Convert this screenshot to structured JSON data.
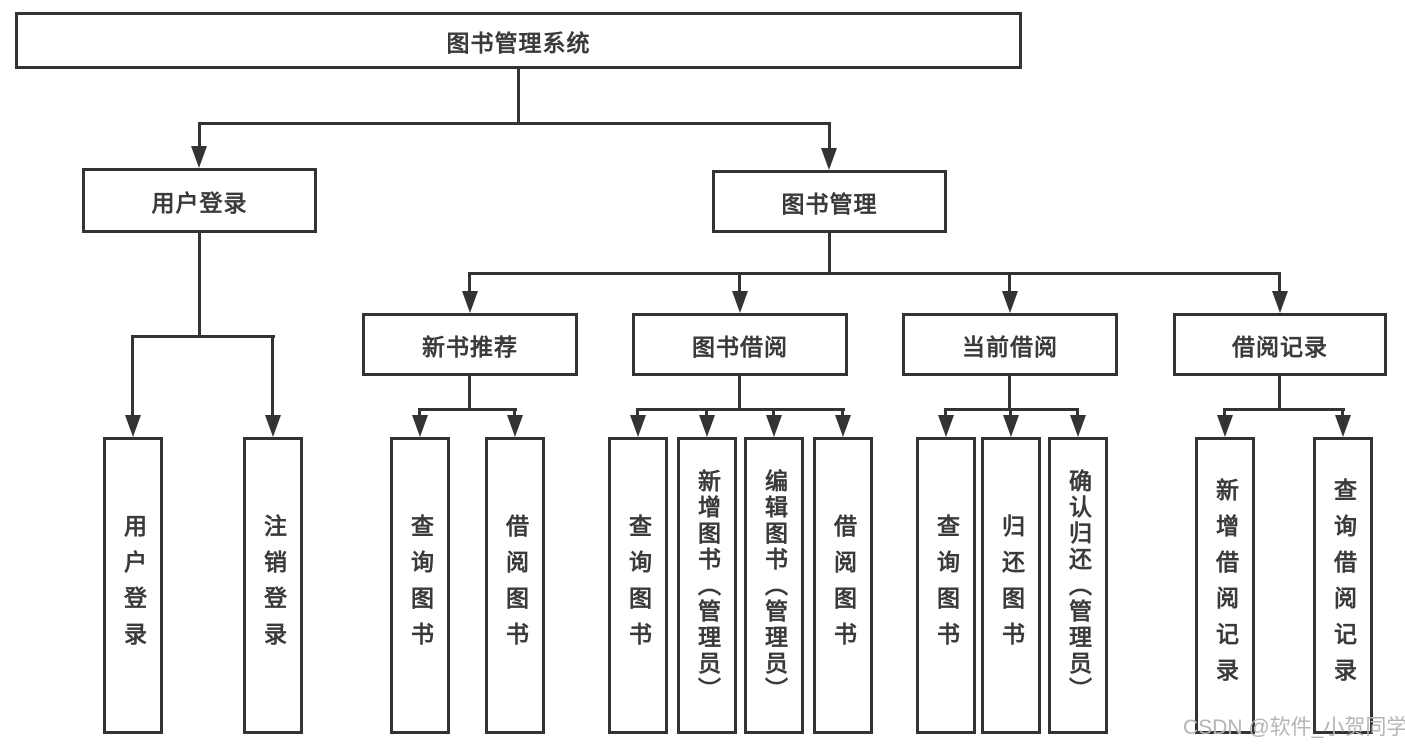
{
  "tree": {
    "root": {
      "label": "图书管理系统",
      "children": [
        {
          "label": "用户登录",
          "children": [
            {
              "label": "用户登录"
            },
            {
              "label": "注销登录"
            }
          ]
        },
        {
          "label": "图书管理",
          "children": [
            {
              "label": "新书推荐",
              "children": [
                {
                  "label": "查询图书"
                },
                {
                  "label": "借阅图书"
                }
              ]
            },
            {
              "label": "图书借阅",
              "children": [
                {
                  "label": "查询图书"
                },
                {
                  "label": "新增图书（管理员）"
                },
                {
                  "label": "编辑图书（管理员）"
                },
                {
                  "label": "借阅图书"
                }
              ]
            },
            {
              "label": "当前借阅",
              "children": [
                {
                  "label": "查询图书"
                },
                {
                  "label": "归还图书"
                },
                {
                  "label": "确认归还（管理员）"
                }
              ]
            },
            {
              "label": "借阅记录",
              "children": [
                {
                  "label": "新增借阅记录"
                },
                {
                  "label": "查询借阅记录"
                }
              ]
            }
          ]
        }
      ]
    }
  },
  "watermark": {
    "text": "CSDN @软件_小贺同学"
  },
  "colors": {
    "line": "#333333",
    "node_text": "#3a3a3a",
    "watermark_text": "#b5b5b5",
    "background": "#ffffff"
  }
}
